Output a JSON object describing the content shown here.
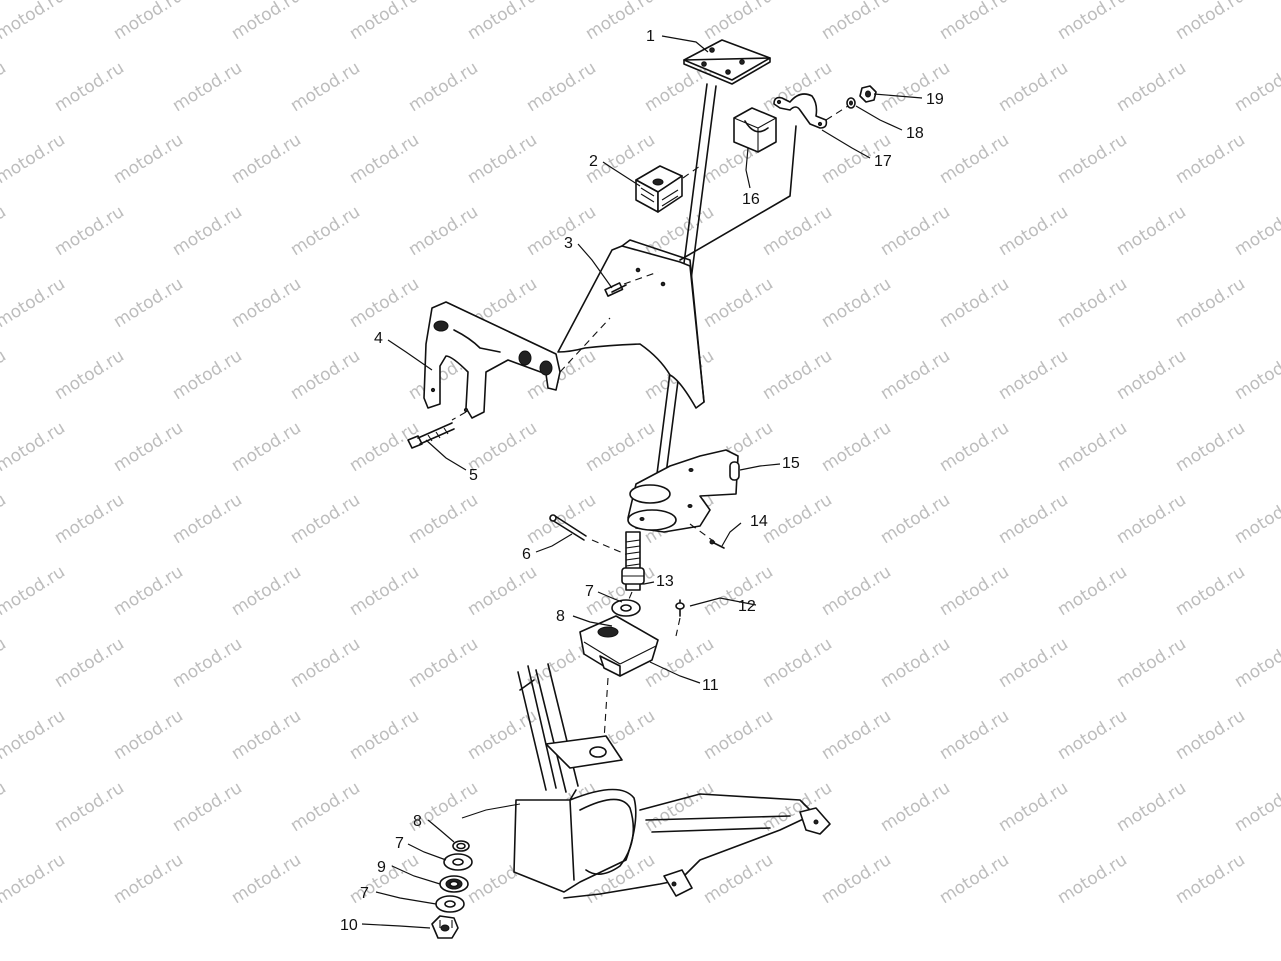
{
  "watermark": {
    "text": "motod.ru"
  },
  "callouts": [
    {
      "id": "c1",
      "label": "1"
    },
    {
      "id": "c2",
      "label": "2"
    },
    {
      "id": "c3",
      "label": "3"
    },
    {
      "id": "c4",
      "label": "4"
    },
    {
      "id": "c5",
      "label": "5"
    },
    {
      "id": "c6",
      "label": "6"
    },
    {
      "id": "c7a",
      "label": "7"
    },
    {
      "id": "c8a",
      "label": "8"
    },
    {
      "id": "c13",
      "label": "13"
    },
    {
      "id": "c12",
      "label": "12"
    },
    {
      "id": "c11",
      "label": "11"
    },
    {
      "id": "c14",
      "label": "14"
    },
    {
      "id": "c15",
      "label": "15"
    },
    {
      "id": "c16",
      "label": "16"
    },
    {
      "id": "c17",
      "label": "17"
    },
    {
      "id": "c18",
      "label": "18"
    },
    {
      "id": "c19",
      "label": "19"
    },
    {
      "id": "c8b",
      "label": "8"
    },
    {
      "id": "c7b",
      "label": "7"
    },
    {
      "id": "c9",
      "label": "9"
    },
    {
      "id": "c7c",
      "label": "7"
    },
    {
      "id": "c10",
      "label": "10"
    }
  ]
}
